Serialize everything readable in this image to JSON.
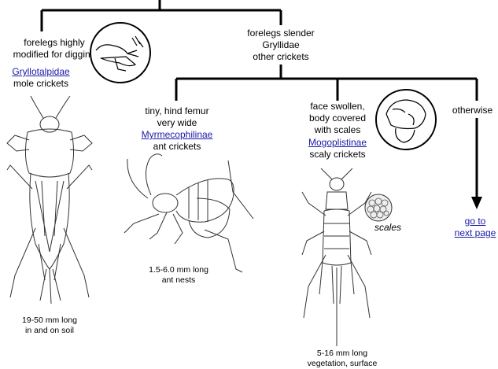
{
  "mole": {
    "char": [
      "forelegs highly",
      "modified for digging"
    ],
    "taxon": "Gryllotalpidae",
    "common": "mole crickets",
    "size": [
      "19-50 mm long",
      "in and on soil"
    ]
  },
  "slender": {
    "char": [
      "forelegs slender",
      "Gryllidae",
      "other crickets"
    ]
  },
  "ant": {
    "char": [
      "tiny, hind femur",
      "very wide"
    ],
    "taxon": "Myrmecophilinae",
    "common": "ant crickets",
    "size": [
      "1.5-6.0 mm long",
      "ant nests"
    ]
  },
  "scaly": {
    "char": [
      "face swollen,",
      "body covered",
      "with scales"
    ],
    "taxon": "Mogoplistinae",
    "common": "scaly crickets",
    "scales_label": "scales",
    "size": [
      "5-16 mm long",
      "vegetation, surface"
    ]
  },
  "other": {
    "char": "otherwise",
    "link": [
      "go to",
      "next page"
    ]
  },
  "colors": {
    "link": "#1a1aa6",
    "line": "#000000"
  }
}
